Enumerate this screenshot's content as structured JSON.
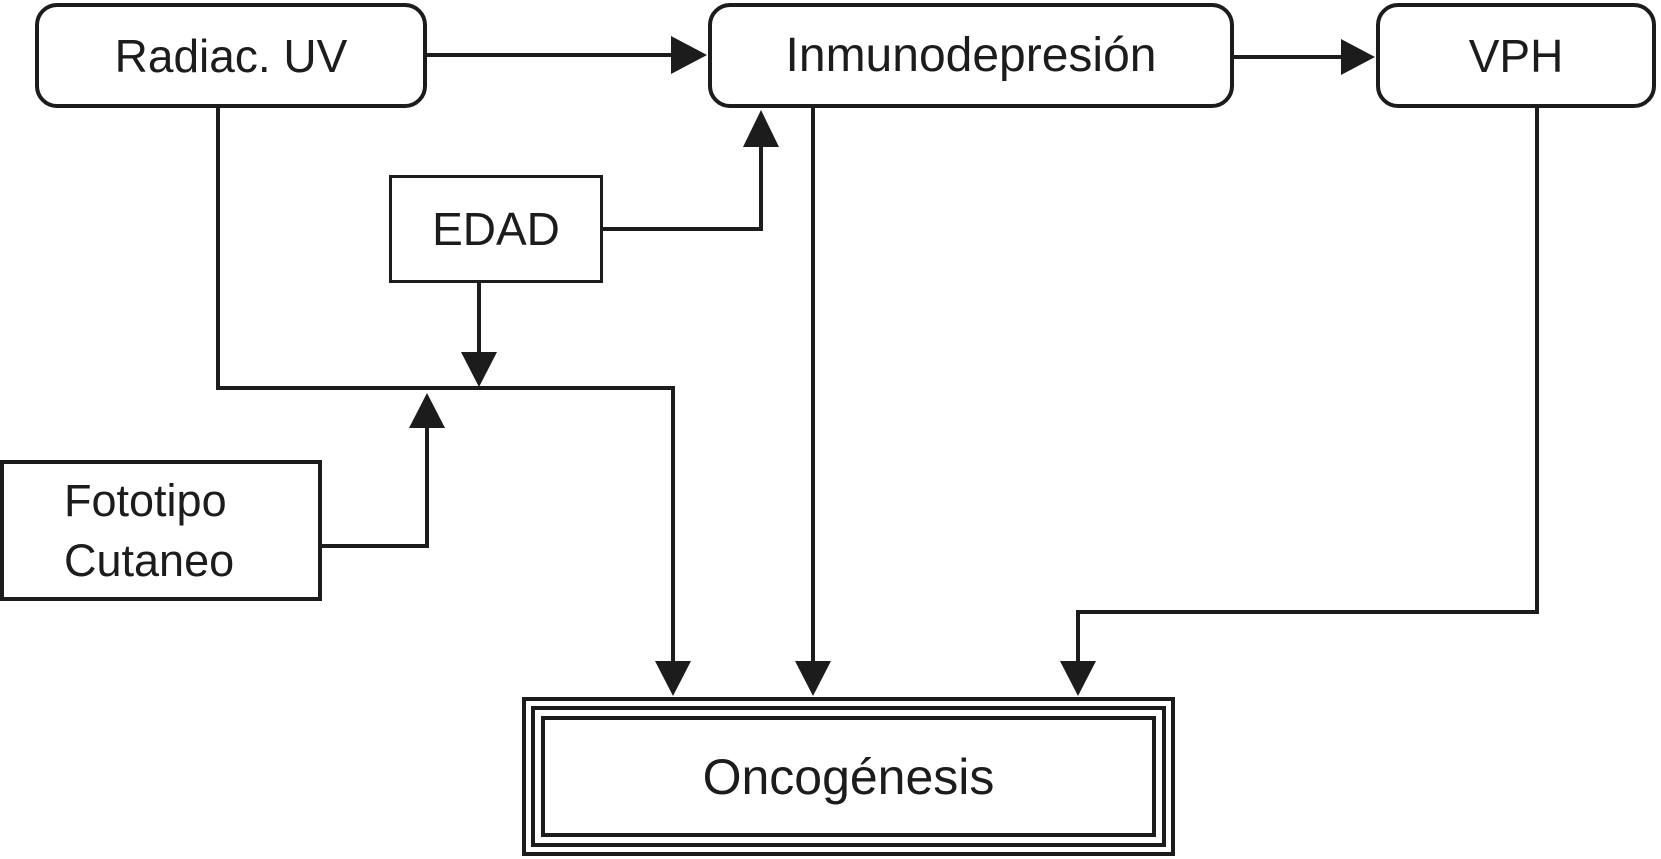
{
  "diagram": {
    "background_color": "#ffffff",
    "line_color": "#1c1c1c",
    "nodes": {
      "radiac_uv": {
        "label": "Radiac. UV",
        "shape": "rounded-rect"
      },
      "inmunodepresion": {
        "label": "Inmunodepresión",
        "shape": "rounded-rect"
      },
      "vph": {
        "label": "VPH",
        "shape": "rounded-rect"
      },
      "edad": {
        "label": "EDAD",
        "shape": "rect"
      },
      "fototipo_cutaneo": {
        "line1": "Fototipo",
        "line2": "Cutaneo",
        "shape": "rect"
      },
      "oncogenesis": {
        "label": "Oncogénesis",
        "shape": "triple-border-rect"
      }
    },
    "edges": [
      {
        "from": "Radiac. UV",
        "to": "Inmunodepresión",
        "type": "arrow"
      },
      {
        "from": "Inmunodepresión",
        "to": "VPH",
        "type": "arrow"
      },
      {
        "from": "EDAD",
        "to": "Inmunodepresión",
        "type": "arrow"
      },
      {
        "from": "Radiac. UV",
        "to": "Oncogénesis",
        "type": "arrow"
      },
      {
        "from": "EDAD",
        "to": "Radiac. UV–Oncogénesis path",
        "type": "arrow"
      },
      {
        "from": "Fototipo Cutaneo",
        "to": "Radiac. UV–Oncogénesis path",
        "type": "arrow"
      },
      {
        "from": "Inmunodepresión",
        "to": "Oncogénesis",
        "type": "arrow"
      },
      {
        "from": "VPH",
        "to": "Oncogénesis",
        "type": "arrow"
      }
    ]
  }
}
